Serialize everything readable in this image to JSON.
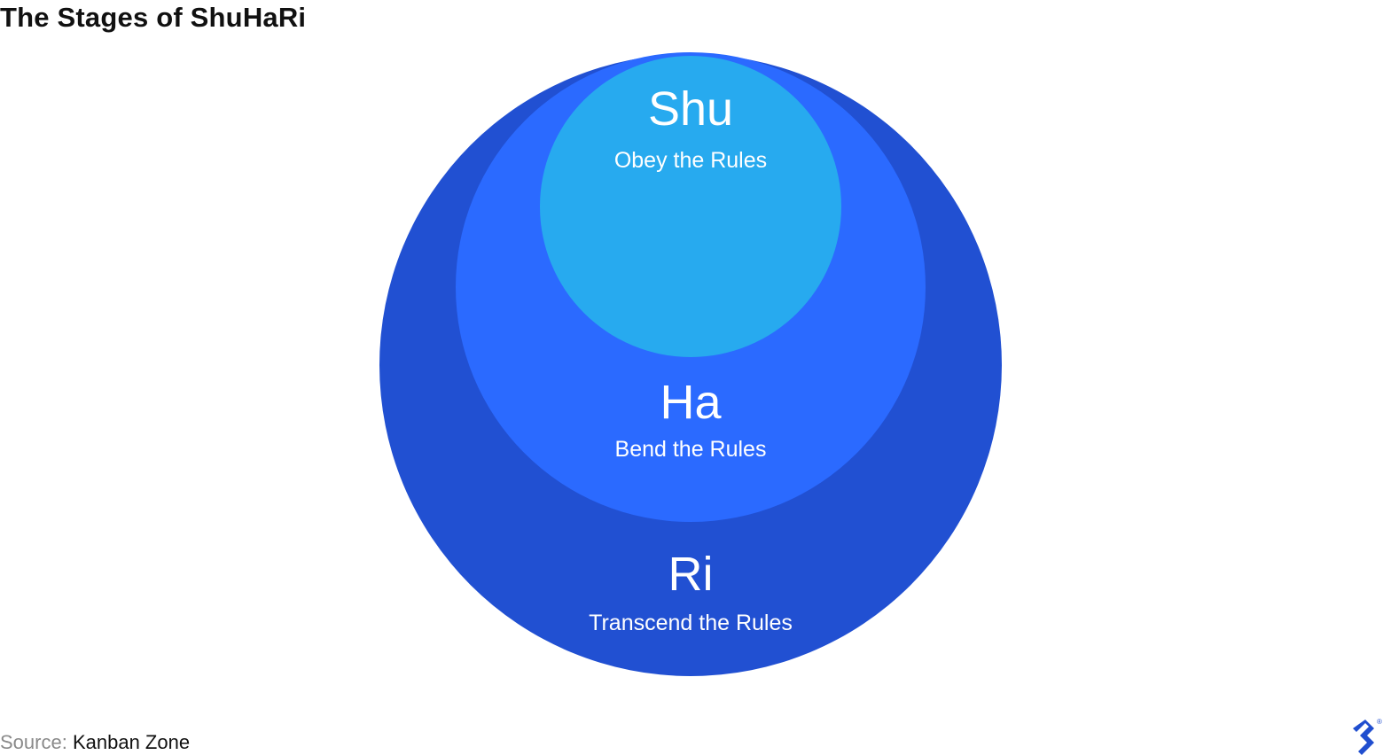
{
  "title": "The Stages of ShuHaRi",
  "stages": [
    {
      "name": "Ri",
      "description": "Transcend the Rules",
      "color": "#2150d2"
    },
    {
      "name": "Ha",
      "description": "Bend the Rules",
      "color": "#2b6aff"
    },
    {
      "name": "Shu",
      "description": "Obey the Rules",
      "color": "#27aaef"
    }
  ],
  "source": {
    "label": "Source:",
    "value": "Kanban Zone"
  },
  "logo": {
    "icon": "toptal-logo-icon",
    "color": "#204ecf",
    "mark": "®"
  }
}
